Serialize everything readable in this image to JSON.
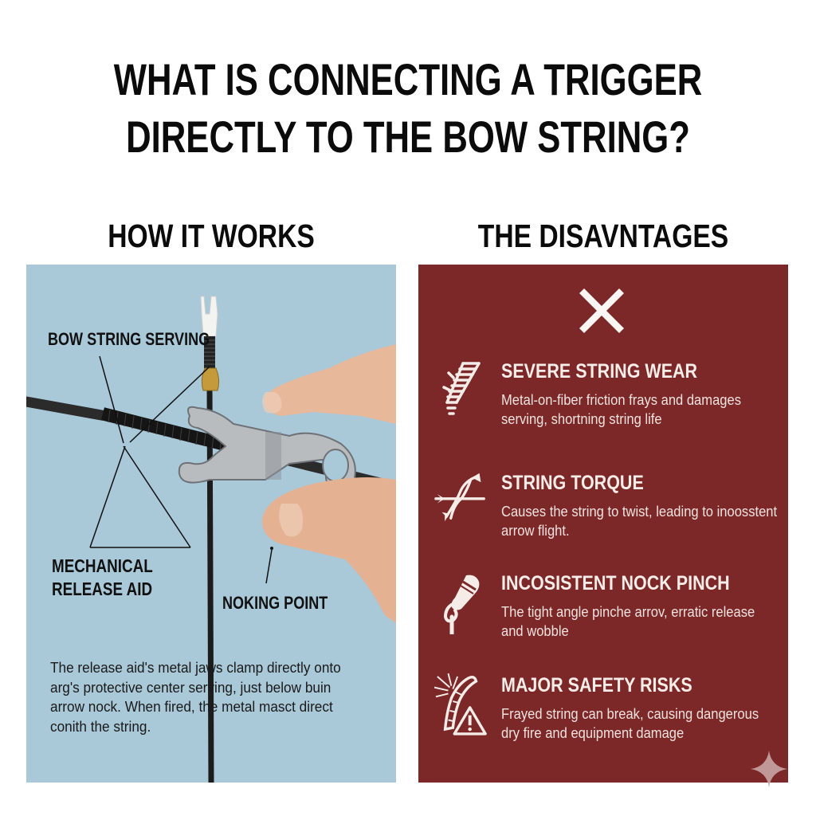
{
  "title": {
    "line1": "WHAT IS CONNECTING A TRIGGER",
    "line2": "DIRECTLY TO THE BOW STRING?"
  },
  "left": {
    "heading": "HOW IT WORKS",
    "background_color": "#a9c8d8",
    "callouts": {
      "serving": "BOW STRING SERVING",
      "release_line1": "MECHANICAL",
      "release_line2": "RELEASE AID",
      "nocking": "NOKING POINT"
    },
    "description": "The release aid's metal jaws clamp directly onto arg's protective center serving, just below buin arrow nock. When fired, the metal masct direct conith the string."
  },
  "right": {
    "heading": "THE DISAVNTAGES",
    "background_color": "#7c2828",
    "top_icon": "x-mark-icon",
    "items": [
      {
        "icon": "frayed-string-icon",
        "title": "SEVERE STRING WEAR",
        "description": "Metal-on-fiber friction frays and damages serving, shortning string life"
      },
      {
        "icon": "twisted-arrows-icon",
        "title": "STRING TORQUE",
        "description": "Causes the string to twist, leading to inoosstent arrow flight."
      },
      {
        "icon": "pinched-nock-icon",
        "title": "INCOSISTENT NOCK PINCH",
        "description": "The tight angle pinche arrov, erratic release and wobble"
      },
      {
        "icon": "broken-string-warning-icon",
        "title": "MAJOR SAFETY RISKS",
        "description": "Frayed string can break, causing dangerous dry fire and equipment damage"
      }
    ]
  },
  "watermark": "sparkle-icon"
}
